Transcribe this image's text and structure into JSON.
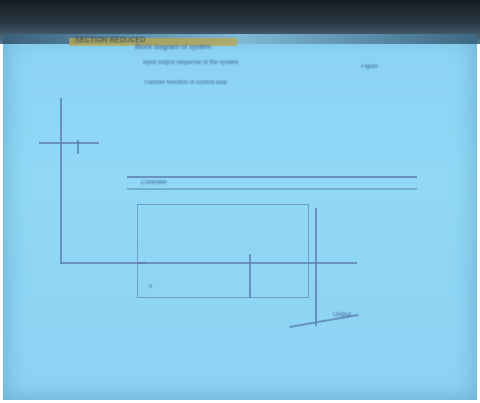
{
  "document": {
    "header_label": "SECTION REDUCED",
    "title_line": "Block diagram of system",
    "subtitle_line": "Input output response of the system",
    "note_line": "Transfer function of control loop",
    "corner_note": "Figure",
    "mid_label": "Controller",
    "bottom_left_label": "x",
    "bottom_right_label": "Output"
  },
  "colors": {
    "screen": "#8dd3f3",
    "bezel": "#1c252d",
    "ink": "#5d7fb0",
    "header_bar": "#b9a74a"
  }
}
